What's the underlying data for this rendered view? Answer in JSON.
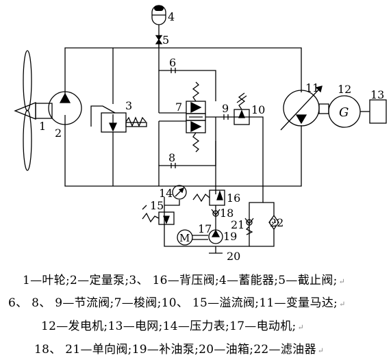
{
  "labels": {
    "n1": "1",
    "n2": "2",
    "n3": "3",
    "n4": "4",
    "n5": "5",
    "n6": "6",
    "n7": "7",
    "n8": "8",
    "n9": "9",
    "n10": "10",
    "n11": "11",
    "n12": "12",
    "n13": "13",
    "n14": "14",
    "n15": "15",
    "n16": "16",
    "n17": "17",
    "n18": "18",
    "n19": "19",
    "n20": "20",
    "n21": "21",
    "n22": "22",
    "generator_symbol": "G",
    "motor_symbol": "M"
  },
  "caption": [
    "1—叶轮;2—定量泵;3、 16—背压阀;4—蓄能器;5—截止阀;",
    "6、 8、 9—节流阀;7—梭阀;10、 15—溢流阀;11—变量马达;",
    "12—发电机;13—电网;14—压力表;17—电动机;",
    "18、 21—单向阀;19—补油泵;20—油箱;22—滤油器"
  ]
}
